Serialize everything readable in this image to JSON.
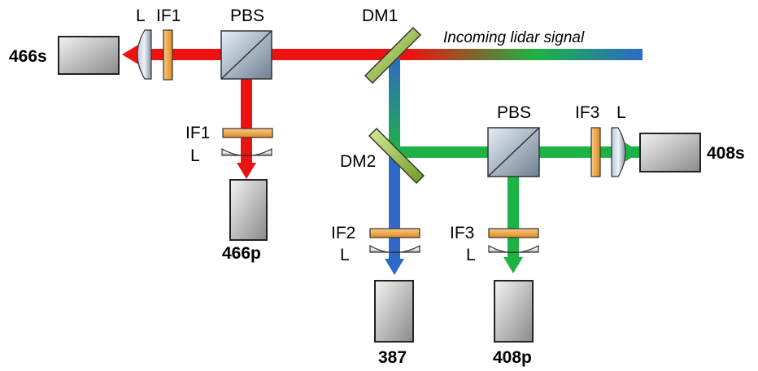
{
  "signal": {
    "incoming_label": "Incoming lidar signal"
  },
  "components": {
    "dm1": "DM1",
    "dm2": "DM2",
    "pbs_top": "PBS",
    "pbs_right": "PBS",
    "lens_top": "L",
    "if1_top": "IF1",
    "if1_vert": "IF1",
    "lens_466p": "L",
    "if3_horiz": "IF3",
    "lens_408s": "L",
    "if2": "IF2",
    "lens_387": "L",
    "if3_vert": "IF3",
    "lens_408p": "L"
  },
  "detectors": {
    "d466s": "466s",
    "d466p": "466p",
    "d387": "387",
    "d408p": "408p",
    "d408s": "408s"
  },
  "colors": {
    "red_beam": "#ee1111",
    "green_beam": "#1db344",
    "blue_beam": "#2e68c8",
    "filter_orange": "#f0a640",
    "mirror_green": "#9bc43c",
    "detector_gray": "#9a9a9a"
  }
}
